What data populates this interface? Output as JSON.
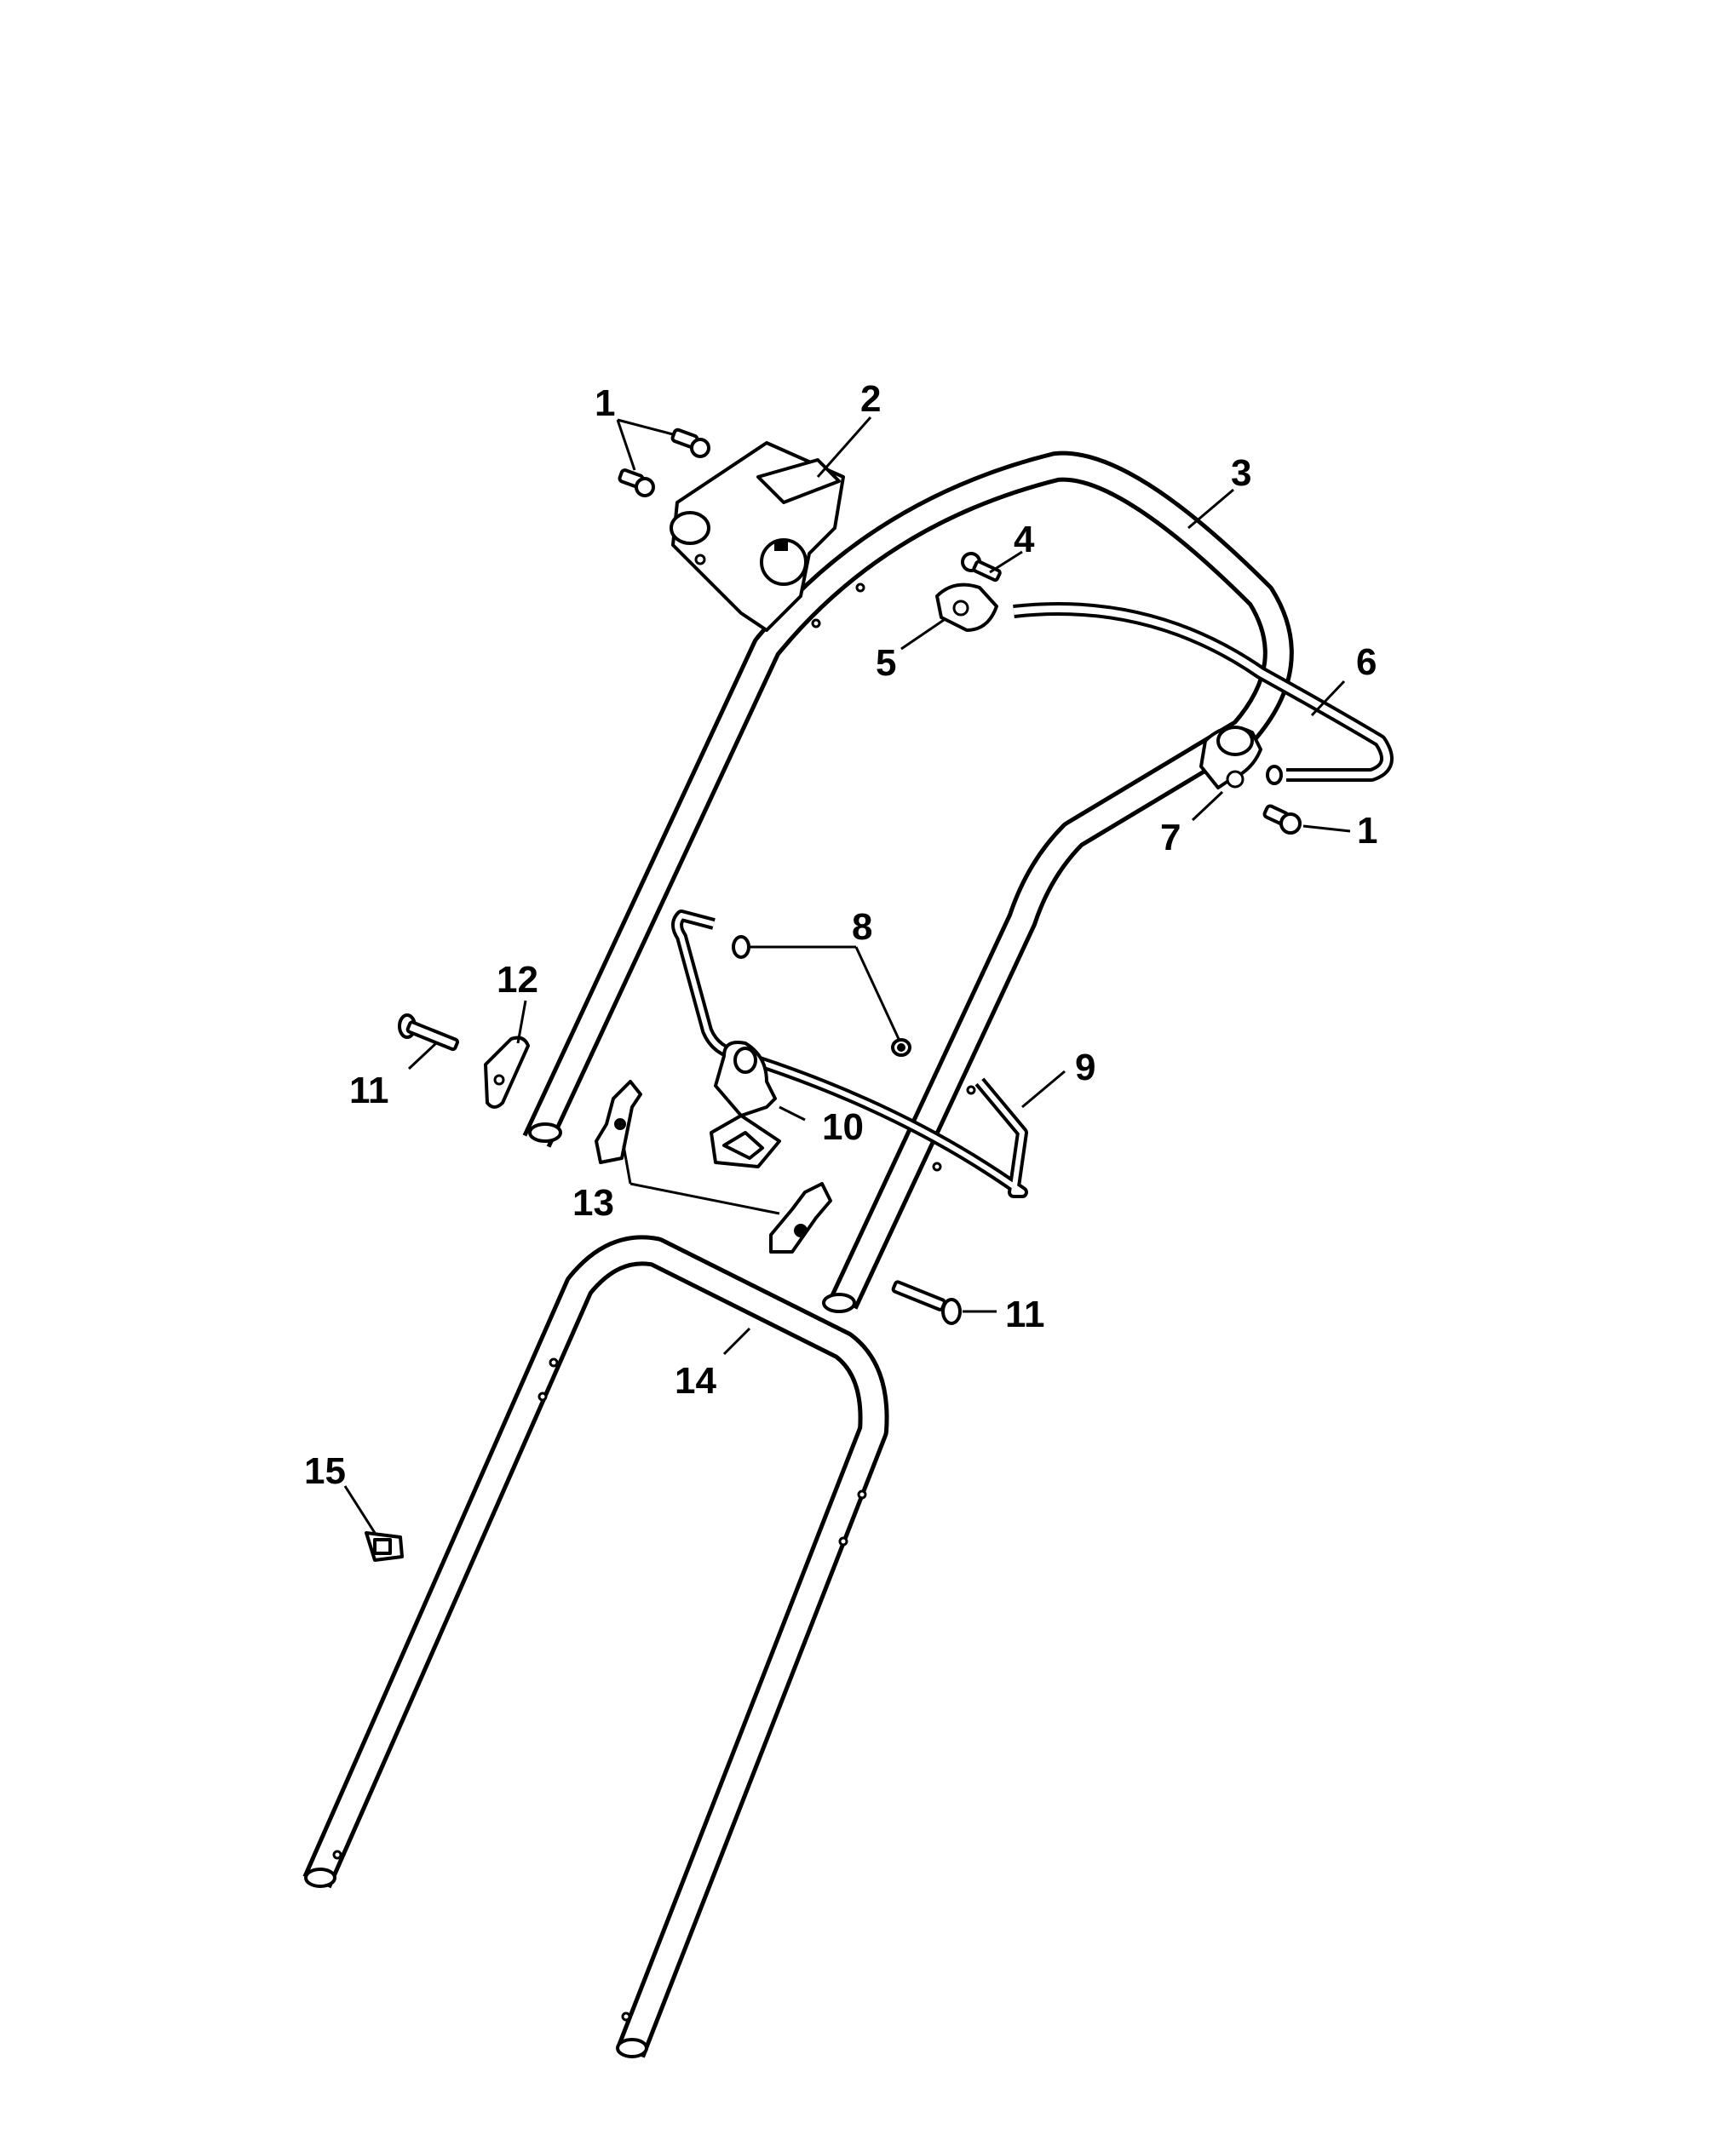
{
  "diagram": {
    "callouts": {
      "c1a": "1",
      "c1b": "1",
      "c2": "2",
      "c3": "3",
      "c4": "4",
      "c5": "5",
      "c6": "6",
      "c7": "7",
      "c8": "8",
      "c9": "9",
      "c10": "10",
      "c11a": "11",
      "c11b": "11",
      "c12": "12",
      "c13": "13",
      "c14": "14",
      "c15": "15"
    }
  }
}
